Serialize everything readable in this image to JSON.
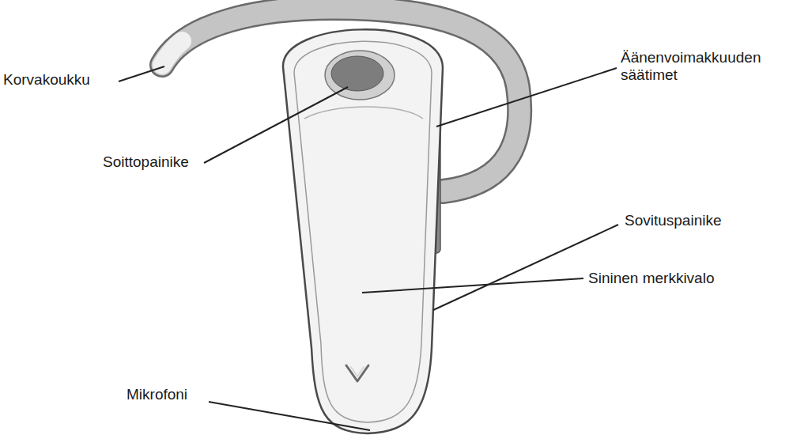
{
  "diagram": {
    "labels": [
      "Korvakoukku",
      "Äänenvoimakkuuden säätimet",
      "Soittopainike",
      "Sovituspainike",
      "Sininen merkkivalo",
      "Mikrofoni"
    ]
  }
}
